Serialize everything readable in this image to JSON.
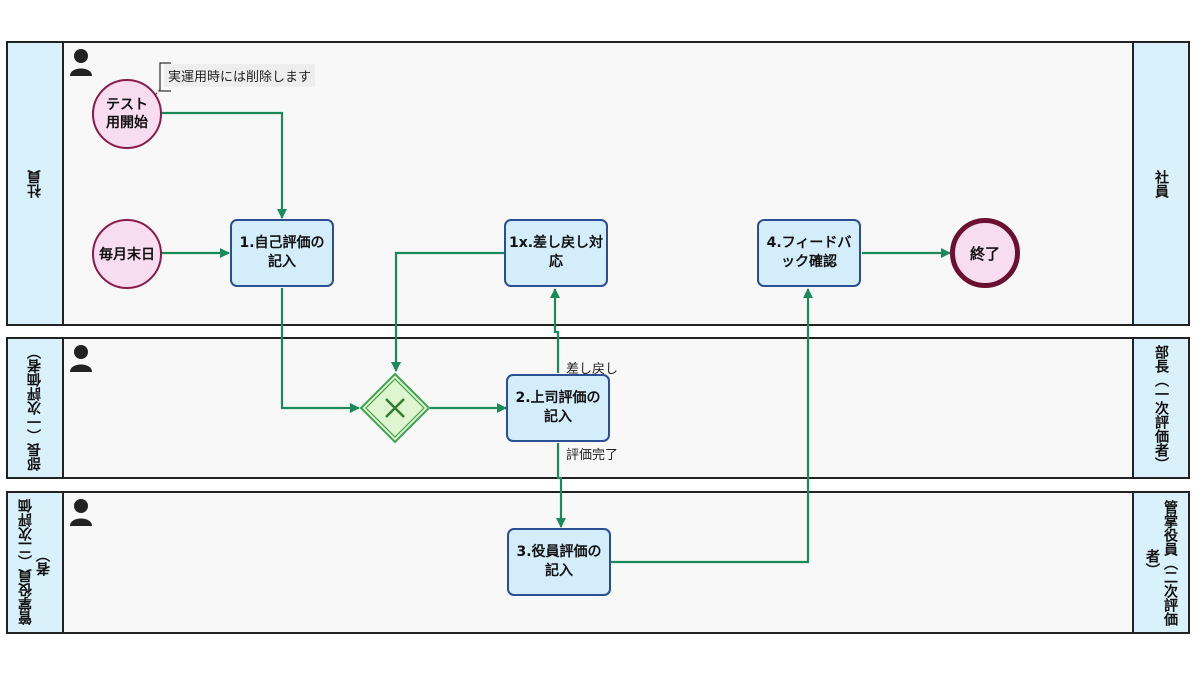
{
  "lanes": [
    {
      "label": "社員"
    },
    {
      "label": "部長（一次評価者）"
    },
    {
      "label": "管掌役員（二次評価者）"
    }
  ],
  "events": {
    "test_start": "テスト用開始",
    "monthly_start": "毎月末日",
    "end": "終了"
  },
  "tasks": {
    "self_eval": "1.自己評価の記入",
    "return_handle": "1x.差し戻し対応",
    "feedback": "4.フィードバック確認",
    "boss_eval": "2.上司評価の記入",
    "officer_eval": "3.役員評価の記入"
  },
  "annotation": "実運用時には削除します",
  "flow_labels": {
    "returned": "差し戻し",
    "completed": "評価完了"
  },
  "colors": {
    "flow": "#1b8a5a",
    "task_fill": "#d4edfa",
    "task_border": "#2c4f94",
    "start_fill": "#f8dcef",
    "end_border": "#6b1030",
    "gateway": "#3fa34d"
  }
}
